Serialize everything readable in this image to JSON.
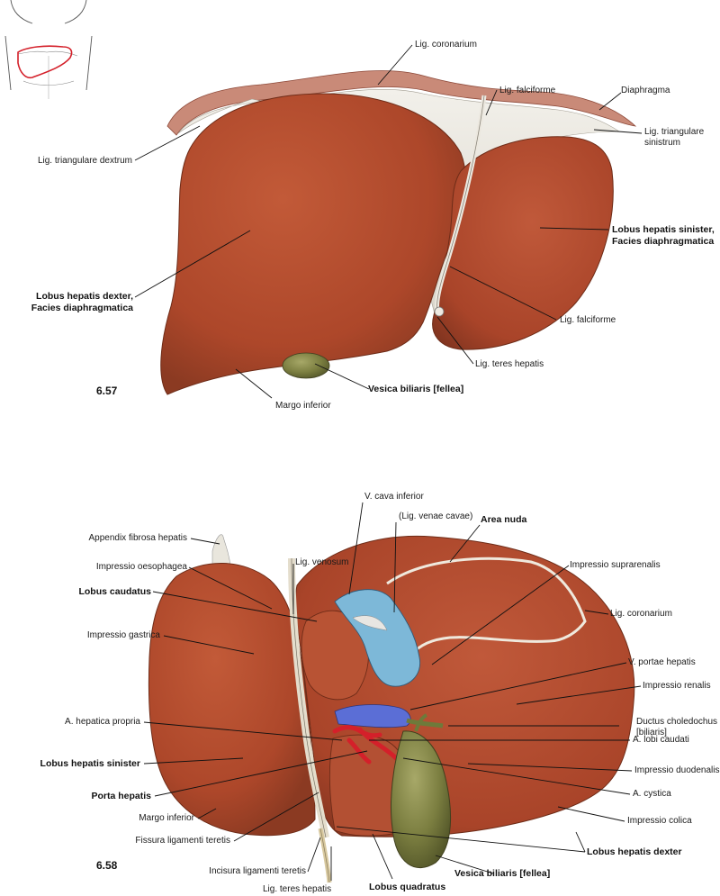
{
  "colors": {
    "liver": "#b04a2c",
    "liver_dark": "#8e3a22",
    "ligament": "#e7e4dc",
    "diaphragm": "#c9897a",
    "gallbladder": "#767a3e",
    "vena_cava": "#7db8d8",
    "portal_vein": "#5b6ed6",
    "artery": "#d4202a",
    "bile_duct": "#6e7a3a",
    "line": "#111111"
  },
  "figure_57": {
    "number": "6.57",
    "labels": {
      "lig_coronarium": "Lig. coronarium",
      "lig_falciforme_top": "Lig. falciforme",
      "diaphragma": "Diaphragma",
      "lig_triangulare_sinistrum_1": "Lig. triangulare",
      "lig_triangulare_sinistrum_2": "sinistrum",
      "lig_triangulare_dextrum": "Lig. triangulare dextrum",
      "lobus_sinister_1": "Lobus hepatis sinister,",
      "lobus_sinister_2": "Facies diaphragmatica",
      "lobus_dexter_1": "Lobus hepatis dexter,",
      "lobus_dexter_2": "Facies diaphragmatica",
      "lig_falciforme_right": "Lig. falciforme",
      "lig_teres_hepatis": "Lig. teres hepatis",
      "vesica_biliaris": "Vesica biliaris [fellea]",
      "margo_inferior": "Margo inferior"
    }
  },
  "figure_58": {
    "number": "6.58",
    "labels": {
      "v_cava_inferior": "V. cava inferior",
      "lig_venae_cavae": "(Lig. venae cavae)",
      "area_nuda": "Area nuda",
      "appendix_fibrosa": "Appendix fibrosa hepatis",
      "lig_venosum": "Lig. venosum",
      "impressio_oesophagea": "Impressio oesophagea",
      "impressio_suprarenalis": "Impressio suprarenalis",
      "lobus_caudatus": "Lobus caudatus",
      "lig_coronarium": "Lig. coronarium",
      "impressio_gastrica": "Impressio gastrica",
      "v_portae": "V. portae hepatis",
      "impressio_renalis": "Impressio renalis",
      "a_hepatica_propria": "A. hepatica propria",
      "ductus_choledochus_1": "Ductus choledochus",
      "ductus_choledochus_2": "[biliaris]",
      "lobus_hepatis_sinister": "Lobus hepatis sinister",
      "a_lobi_caudati": "A. lobi caudati",
      "impressio_duodenalis": "Impressio duodenalis",
      "porta_hepatis": "Porta hepatis",
      "a_cystica": "A. cystica",
      "margo_inferior": "Margo inferior",
      "impressio_colica": "Impressio colica",
      "fissura_lig_teretis": "Fissura ligamenti teretis",
      "lobus_hepatis_dexter": "Lobus hepatis dexter",
      "incisura_lig_teretis": "Incisura ligamenti teretis",
      "vesica_biliaris": "Vesica biliaris [fellea]",
      "lig_teres_hepatis": "Lig. teres hepatis",
      "lobus_quadratus": "Lobus quadratus"
    }
  },
  "icons": {
    "thumbnail": "torso-liver-location-icon"
  }
}
